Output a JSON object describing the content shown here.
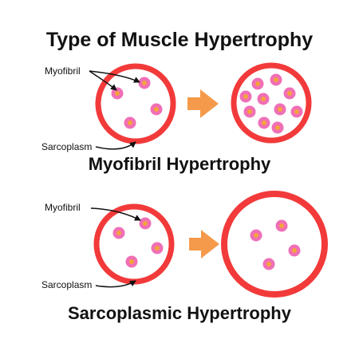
{
  "title": "Type of Muscle Hypertrophy",
  "colors": {
    "cell_border": "#f23a3a",
    "cell_fill": "#ffffff",
    "dot_outer": "#f06fb6",
    "dot_inner": "#f5a33a",
    "arrow": "#f59a4a",
    "text": "#111111"
  },
  "panels": [
    {
      "caption": "Myofibril Hypertrophy",
      "label_top": "Myofibril",
      "label_bottom": "Sarcoplasm",
      "before_myofibril_count": 4,
      "after_myofibril_count": 10
    },
    {
      "caption": "Sarcoplasmic Hypertrophy",
      "label_top": "Myofibril",
      "label_bottom": "Sarcoplasm",
      "before_myofibril_count": 4,
      "after_myofibril_count": 4
    }
  ]
}
